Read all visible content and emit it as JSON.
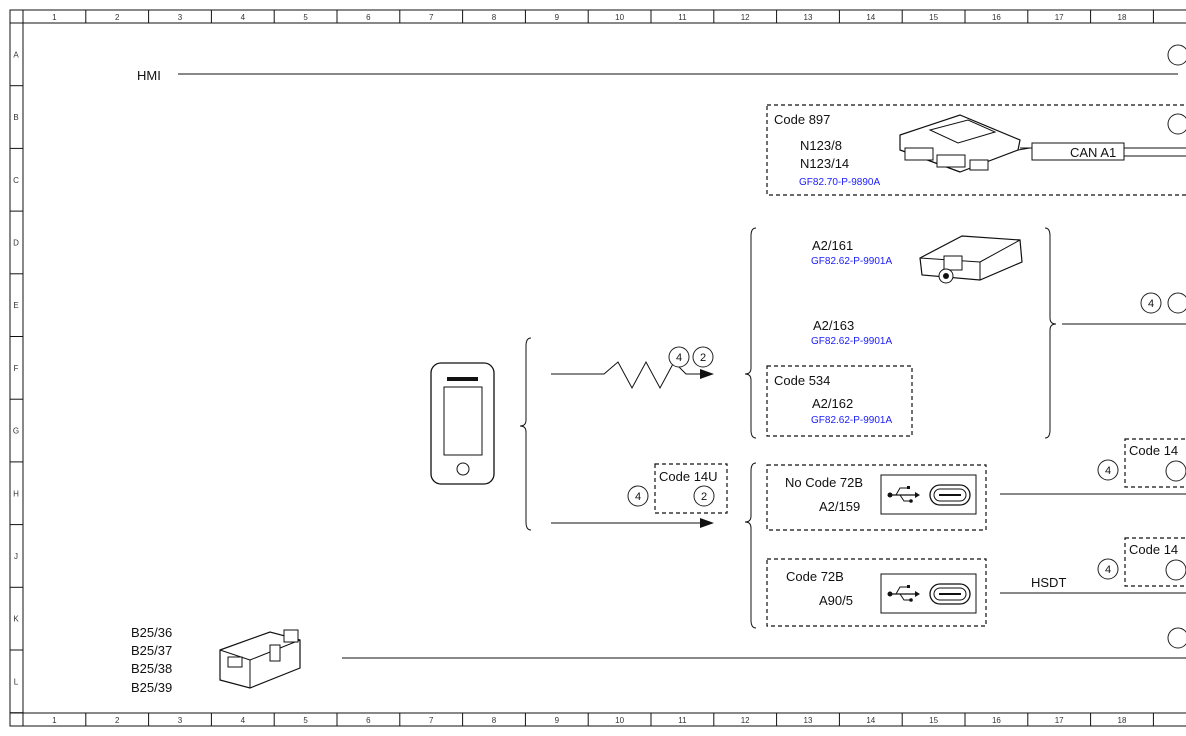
{
  "grid": {
    "columns": [
      "1",
      "2",
      "3",
      "4",
      "5",
      "6",
      "7",
      "8",
      "9",
      "10",
      "11",
      "12",
      "13",
      "14",
      "15",
      "16",
      "17",
      "18"
    ],
    "rows": [
      "A",
      "B",
      "C",
      "D",
      "E",
      "F",
      "G",
      "H",
      "J",
      "K",
      "L"
    ]
  },
  "hmi": {
    "label": "HMI"
  },
  "code897": {
    "title": "Code 897",
    "parts": [
      "N123/8",
      "N123/14"
    ],
    "ref": "GF82.70-P-9890A",
    "bus": "CAN A1"
  },
  "a2_161": {
    "part": "A2/161",
    "ref": "GF82.62-P-9901A"
  },
  "a2_163": {
    "part": "A2/163",
    "ref": "GF82.62-P-9901A"
  },
  "code534": {
    "title": "Code 534",
    "part": "A2/162",
    "ref": "GF82.62-P-9901A"
  },
  "code14u": {
    "title": "Code 14U"
  },
  "nocode72b": {
    "title": "No Code 72B",
    "part": "A2/159"
  },
  "code72b": {
    "title": "Code 72B",
    "part": "A90/5"
  },
  "hsdt": {
    "label": "HSDT"
  },
  "right_codes": [
    "Code 14",
    "Code 14"
  ],
  "sensors": {
    "parts": [
      "B25/36",
      "B25/37",
      "B25/38",
      "B25/39"
    ]
  },
  "markers": {
    "four": "4",
    "two": "2"
  },
  "icons": {
    "phone": "smartphone-icon",
    "module": "control-unit-icon",
    "antenna": "antenna-module-icon",
    "usb": "usb-icon",
    "usbc": "usb-c-port-icon",
    "sensor": "sensor-connector-icon"
  }
}
